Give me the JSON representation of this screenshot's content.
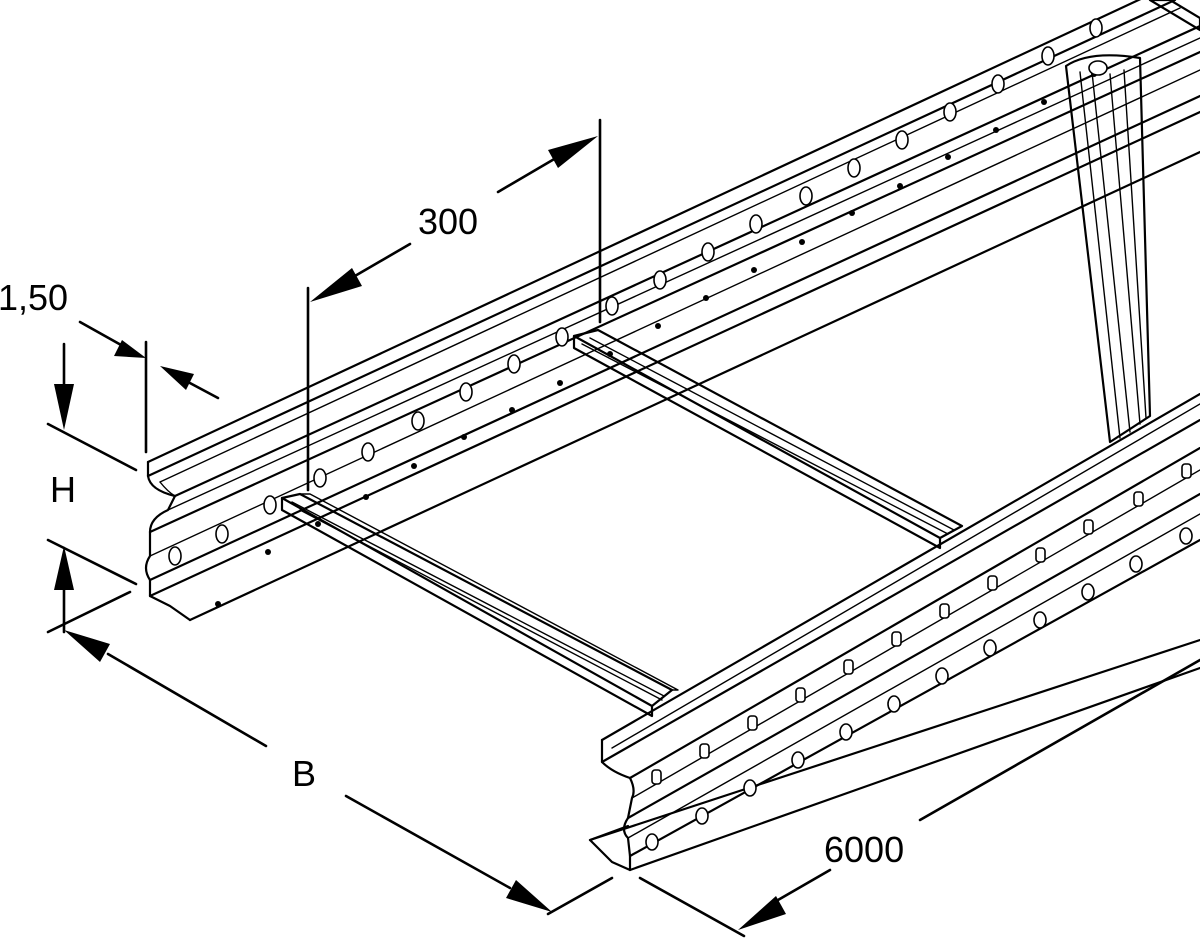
{
  "dimensions": {
    "thickness": "1,50",
    "rung_spacing": "300",
    "height": "H",
    "width": "B",
    "length": "6000"
  },
  "colors": {
    "line": "#000000",
    "background": "#ffffff"
  }
}
